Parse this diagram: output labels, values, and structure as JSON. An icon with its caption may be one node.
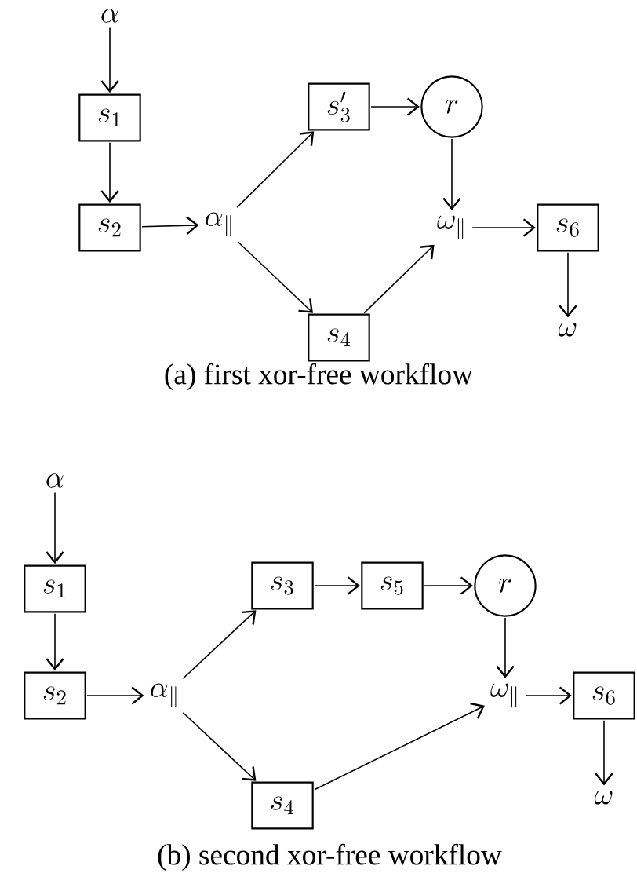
{
  "diagram": {
    "nodes": [
      {
        "text": [
          "\\alpha"
        ]
      },
      {
        "text": [
          "s_1"
        ]
      },
      {
        "text": [
          "s_2"
        ]
      },
      {
        "text": [
          "\\alpha_\\parallel"
        ]
      },
      {
        "text": [
          "s'_3"
        ]
      },
      {
        "text": [
          "r"
        ]
      },
      {
        "text": [
          "s_4"
        ]
      },
      {
        "text": [
          "\\omega_\\parallel"
        ]
      },
      {
        "text": [
          "s_6"
        ]
      },
      {
        "text": [
          "\\omega"
        ]
      },
      {
        "text": [
          "\\alpha"
        ]
      },
      {
        "text": [
          "s_1"
        ]
      },
      {
        "text": [
          "s_2"
        ]
      },
      {
        "text": [
          "\\alpha_\\parallel"
        ]
      },
      {
        "text": [
          "s_3"
        ]
      },
      {
        "text": [
          "s_5"
        ]
      },
      {
        "text": [
          "r"
        ]
      },
      {
        "text": [
          "s_4"
        ]
      },
      {
        "text": [
          "\\omega_\\parallel"
        ]
      },
      {
        "text": [
          "s_6"
        ]
      },
      {
        "text": [
          "\\omega"
        ]
      }
    ],
    "edges": [
      {
        "from": 0,
        "to": 1,
        "arrow": "to"
      },
      {
        "from": 1,
        "to": 2,
        "arrow": "to"
      },
      {
        "from": 2,
        "to": 3,
        "arrow": "to"
      },
      {
        "from": 3,
        "to": 4,
        "arrow": "to"
      },
      {
        "from": 3,
        "to": 6,
        "arrow": "to"
      },
      {
        "from": 4,
        "to": 5,
        "arrow": "to"
      },
      {
        "from": 5,
        "to": 7,
        "arrow": "to"
      },
      {
        "from": 6,
        "to": 7,
        "arrow": "to"
      },
      {
        "from": 7,
        "to": 8,
        "arrow": "to"
      },
      {
        "from": 8,
        "to": 9,
        "arrow": "to"
      },
      {
        "from": 10,
        "to": 11,
        "arrow": "to"
      },
      {
        "from": 11,
        "to": 12,
        "arrow": "to"
      },
      {
        "from": 12,
        "to": 13,
        "arrow": "to"
      },
      {
        "from": 13,
        "to": 14,
        "arrow": "to"
      },
      {
        "from": 13,
        "to": 17,
        "arrow": "to"
      },
      {
        "from": 14,
        "to": 15,
        "arrow": "to"
      },
      {
        "from": 15,
        "to": 16,
        "arrow": "to"
      },
      {
        "from": 16,
        "to": 18,
        "arrow": "to"
      },
      {
        "from": 17,
        "to": 18,
        "arrow": "to"
      },
      {
        "from": 18,
        "to": 19,
        "arrow": "to"
      },
      {
        "from": 19,
        "to": 20,
        "arrow": "to"
      }
    ],
    "labels": [
      "(a) first xor-free workflow",
      "(b) second xor-free workflow"
    ]
  }
}
